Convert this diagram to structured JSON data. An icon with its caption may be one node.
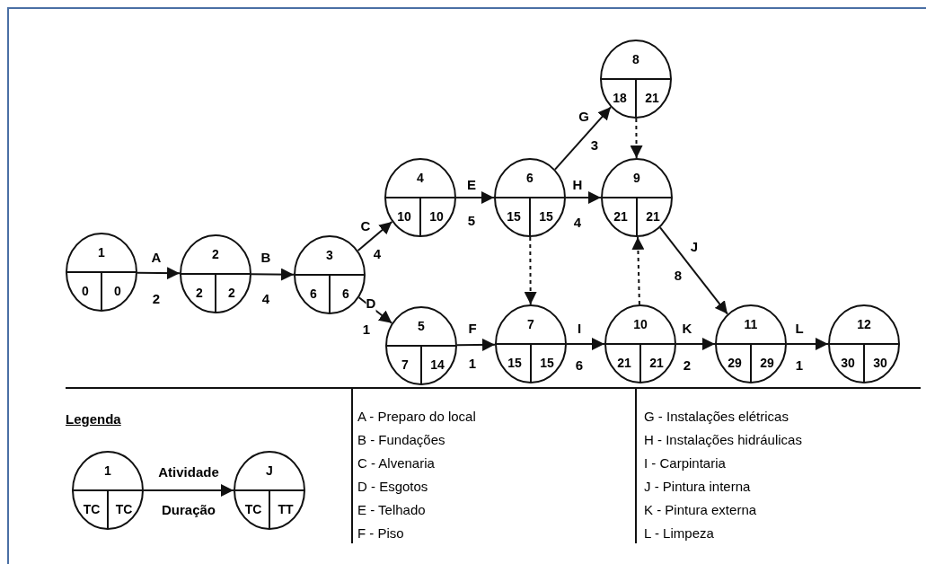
{
  "diagram": {
    "nodes": [
      {
        "text": [
          "1",
          "0",
          "0"
        ]
      },
      {
        "text": [
          "2",
          "2",
          "2"
        ]
      },
      {
        "text": [
          "3",
          "6",
          "6"
        ]
      },
      {
        "text": [
          "4",
          "10",
          "10"
        ]
      },
      {
        "text": [
          "5",
          "7",
          "14"
        ]
      },
      {
        "text": [
          "6",
          "15",
          "15"
        ]
      },
      {
        "text": [
          "7",
          "15",
          "15"
        ]
      },
      {
        "text": [
          "8",
          "18",
          "21"
        ]
      },
      {
        "text": [
          "9",
          "21",
          "21"
        ]
      },
      {
        "text": [
          "10",
          "21",
          "21"
        ]
      },
      {
        "text": [
          "11",
          "29",
          "29"
        ]
      },
      {
        "text": [
          "12",
          "30",
          "30"
        ]
      },
      {
        "text": [
          "1",
          "TC",
          "TC"
        ]
      },
      {
        "text": [
          "J",
          "TC",
          "TT"
        ]
      }
    ],
    "edges": [
      {
        "from": 0,
        "to": 1,
        "arrow": "to",
        "label": "A"
      },
      {
        "from": 1,
        "to": 2,
        "arrow": "to",
        "label": "B"
      },
      {
        "from": 2,
        "to": 3,
        "arrow": "to",
        "label": "C"
      },
      {
        "from": 2,
        "to": 4,
        "arrow": "to",
        "label": "D"
      },
      {
        "from": 3,
        "to": 5,
        "arrow": "to",
        "label": "E"
      },
      {
        "from": 5,
        "to": 7,
        "arrow": "to",
        "label": "G"
      },
      {
        "from": 5,
        "to": 8,
        "arrow": "to",
        "label": "H"
      },
      {
        "from": 7,
        "to": 8,
        "arrow": "to",
        "style": "dashed"
      },
      {
        "from": 5,
        "to": 6,
        "arrow": "to",
        "style": "dashed"
      },
      {
        "from": 4,
        "to": 6,
        "arrow": "to",
        "label": "F"
      },
      {
        "from": 6,
        "to": 9,
        "arrow": "to",
        "label": "I"
      },
      {
        "from": 9,
        "to": 8,
        "arrow": "to",
        "style": "dashed"
      },
      {
        "from": 8,
        "to": 10,
        "arrow": "to",
        "label": "J"
      },
      {
        "from": 9,
        "to": 10,
        "arrow": "to",
        "label": "K"
      },
      {
        "from": 10,
        "to": 11,
        "arrow": "to",
        "label": "L"
      },
      {
        "from": 12,
        "to": 13,
        "arrow": "to",
        "label": "Atividade"
      }
    ],
    "labels": [
      "2",
      "4",
      "4",
      "1",
      "5",
      "3",
      "4",
      "1",
      "6",
      "8",
      "2",
      "1",
      "Duração",
      "Legenda",
      "A - Preparo do local",
      "B - Fundações",
      "C - Alvenaria",
      "D - Esgotos",
      "E - Telhado",
      "F - Piso",
      "G - Instalações elétricas",
      "H - Instalações hidráulicas",
      "I - Carpintaria",
      "J - Pintura interna",
      "K - Pintura externa",
      "L - Limpeza"
    ]
  }
}
